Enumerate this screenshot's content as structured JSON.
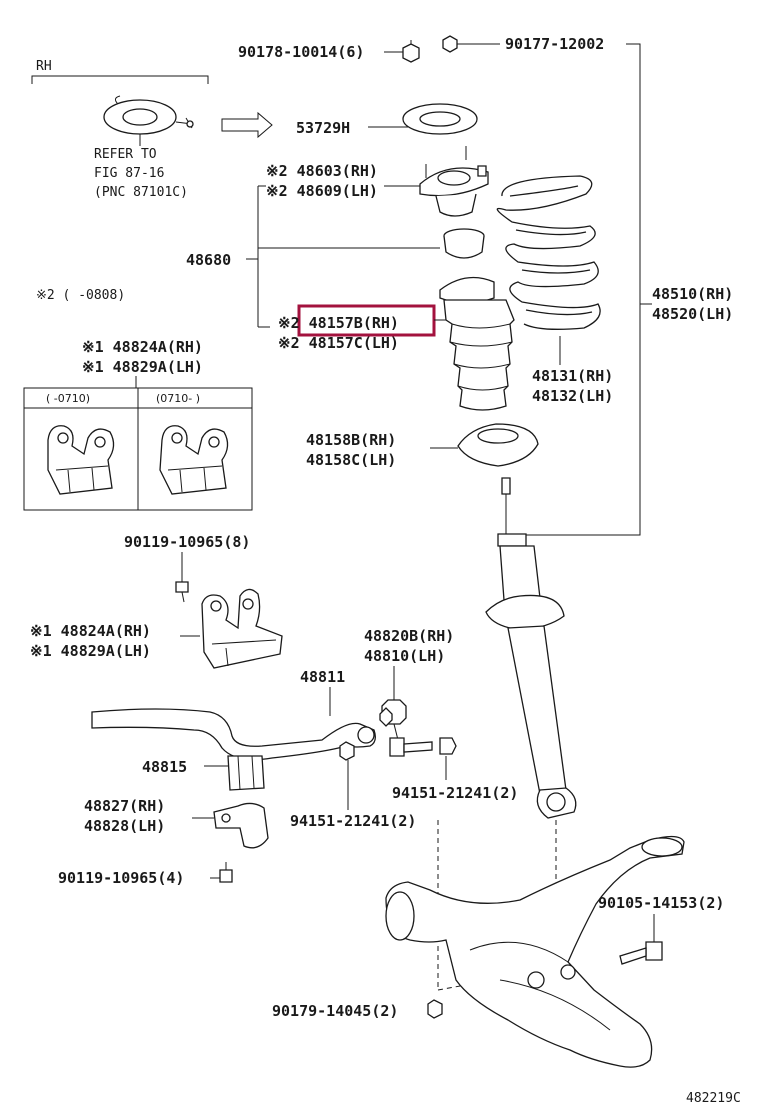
{
  "highlight_color": "#a3123e",
  "rh_box": {
    "title": "RH",
    "refer_lines": [
      "REFER TO",
      "FIG 87-16",
      "(PNC 87101C)"
    ]
  },
  "note_mark": "※2  (    -0808)",
  "inset_box": {
    "left_label": "(   -0710)",
    "right_label": "(0710-    )"
  },
  "labels": {
    "nut_top_left": "90178-10014(6)",
    "nut_top_right": "90177-12002",
    "mount_ring": "53729H",
    "support_rh": "※2 48603(RH)",
    "support_lh": "※2 48609(LH)",
    "assy": "48680",
    "boot_rh": "※2 48157B(RH)",
    "boot_lh": "※2 48157C(LH)",
    "spring_assy_rh": "48510(RH)",
    "spring_assy_lh": "48520(LH)",
    "spring_rh": "48131(RH)",
    "spring_lh": "48132(LH)",
    "seat_rh": "48158B(RH)",
    "seat_lh": "48158C(LH)",
    "bracket_top_rh": "※1 48824A(RH)",
    "bracket_top_lh": "※1 48829A(LH)",
    "bolt_top": "90119-10965(8)",
    "bracket_mid_rh": "※1 48824A(RH)",
    "bracket_mid_lh": "※1 48829A(LH)",
    "link_rh": "48820B(RH)",
    "link_lh": "48810(LH)",
    "stab_bar": "48811",
    "bushing": "48815",
    "nut_link_right": "94151-21241(2)",
    "nut_link_left": "94151-21241(2)",
    "clamp_rh": "48827(RH)",
    "clamp_lh": "48828(LH)",
    "bolt_bottom": "90119-10965(4)",
    "arm_bolt": "90105-14153(2)",
    "arm_nut": "90179-14045(2)",
    "figure_code": "482219C"
  }
}
